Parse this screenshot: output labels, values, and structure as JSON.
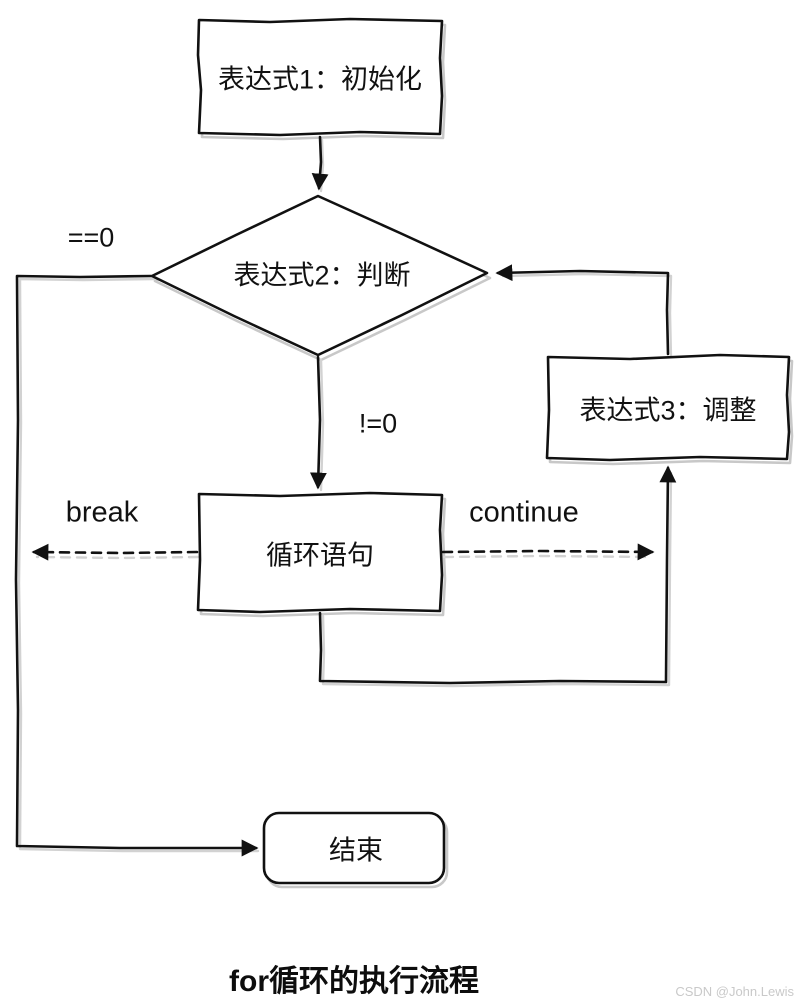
{
  "diagram": {
    "title": "for循环的执行流程",
    "watermark": "CSDN @John.Lewis",
    "nodes": {
      "init": "表达式1：初始化",
      "condition": "表达式2：判断",
      "body": "循环语句",
      "adjust": "表达式3：调整",
      "end": "结束"
    },
    "edge_labels": {
      "false_branch": "==0",
      "true_branch": "!=0",
      "break": "break",
      "continue": "continue"
    },
    "colors": {
      "stroke": "#111111",
      "shape_shadow": "#c8c8c8",
      "background": "#ffffff",
      "watermark": "#c9c9c9"
    }
  }
}
